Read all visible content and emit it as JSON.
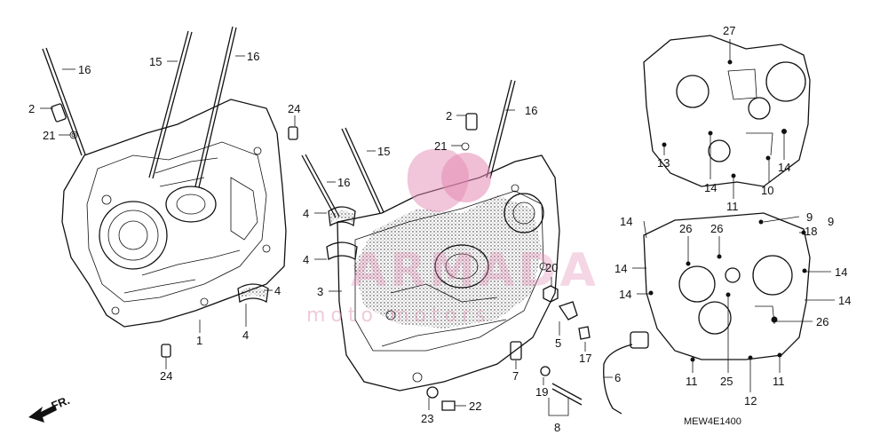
{
  "diagram": {
    "code": "MEW4E1400",
    "front_label": "FR.",
    "watermark": {
      "brand": "ARMADA",
      "tagline": "moto motors"
    },
    "callouts": {
      "left_crankcase": [
        "16",
        "2",
        "21",
        "15",
        "16",
        "24",
        "4",
        "4",
        "1",
        "24"
      ],
      "center_crankcase": [
        "2",
        "16",
        "21",
        "15",
        "16",
        "4",
        "4",
        "3",
        "20",
        "5",
        "17",
        "7",
        "19",
        "8",
        "6",
        "23",
        "22"
      ],
      "top_gasket": [
        "27",
        "13",
        "14",
        "11",
        "10",
        "14"
      ],
      "bottom_gasket": [
        "9",
        "18",
        "9",
        "26",
        "26",
        "14",
        "14",
        "14",
        "14",
        "14",
        "26",
        "11",
        "25",
        "12",
        "11"
      ]
    }
  }
}
